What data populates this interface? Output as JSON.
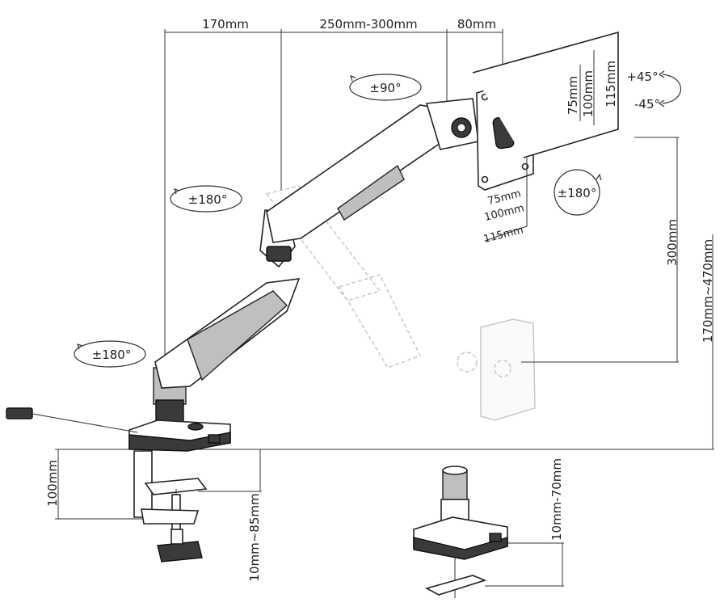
{
  "dimensions": {
    "top_left": "170mm",
    "top_middle": "250mm-300mm",
    "top_right": "80mm",
    "height_range": "170mm~470mm",
    "vertical_travel": "300mm",
    "clamp_height": "100mm",
    "clamp_thickness": "10mm~85mm",
    "grommet_thickness": "10mm-70mm"
  },
  "vesa": {
    "v75": "75mm",
    "v100": "100mm",
    "v115": "115mm",
    "h75": "75mm",
    "h100": "100mm",
    "h115": "115mm"
  },
  "rotations": {
    "tilt_up": "+45°",
    "tilt_down": "-45°",
    "swivel_head": "±90°",
    "arm_upper": "±180°",
    "arm_base": "±180°",
    "rotate_screen": "±180°"
  }
}
